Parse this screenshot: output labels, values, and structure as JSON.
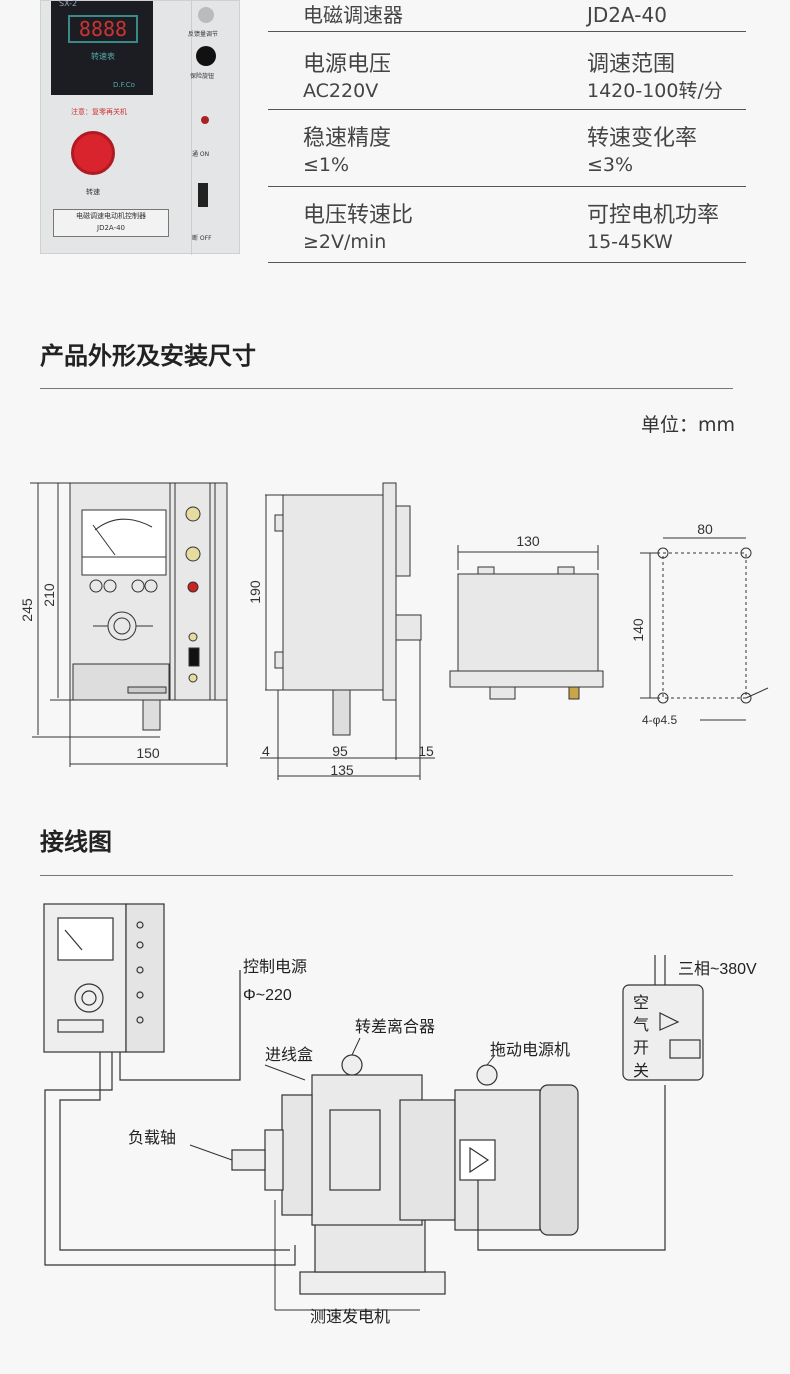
{
  "photo": {
    "display": "8888",
    "display_label": "转速表",
    "brand": "D.F.Co",
    "top_label": "SX-2",
    "warning": "注意：复零再关机",
    "knob_label": "转速",
    "feedback_label": "反馈量调节",
    "fuse_label": "保险旋钮",
    "on_label": "通 ON",
    "off_label": "断 OFF",
    "nameplate": "电磁调速电动机控制器",
    "model": "JD2A-40"
  },
  "specs": {
    "header": {
      "name": "电磁调速器",
      "model": "JD2A-40"
    },
    "rows": [
      {
        "l_label": "电源电压",
        "l_value": "AC220V",
        "r_label": "调速范围",
        "r_value": "1420-100转/分"
      },
      {
        "l_label": "稳速精度",
        "l_value": "≤1%",
        "r_label": "转速变化率",
        "r_value": "≤3%"
      },
      {
        "l_label": "电压转速比",
        "l_value": "≥2V/min",
        "r_label": "可控电机功率",
        "r_value": "15-45KW"
      }
    ]
  },
  "dimensions": {
    "title": "产品外形及安装尺寸",
    "unit": "单位：mm",
    "front": {
      "h_total": "245",
      "h_body": "210",
      "width": "150"
    },
    "side": {
      "height": "190",
      "d1": "4",
      "d2": "95",
      "d3": "15",
      "total": "135"
    },
    "top": {
      "width": "130"
    },
    "mount": {
      "w": "80",
      "h": "140",
      "holes": "4-φ4.5"
    }
  },
  "wiring": {
    "title": "接线图",
    "control_power": "控制电源",
    "voltage_220": "Φ~220",
    "three_phase": "三相~380V",
    "clutch": "转差离合器",
    "drive_motor": "拖动电源机",
    "junction_box": "进线盒",
    "load_shaft": "负载轴",
    "tacho": "测速发电机",
    "breaker": [
      "空",
      "气",
      "开",
      "关"
    ]
  }
}
